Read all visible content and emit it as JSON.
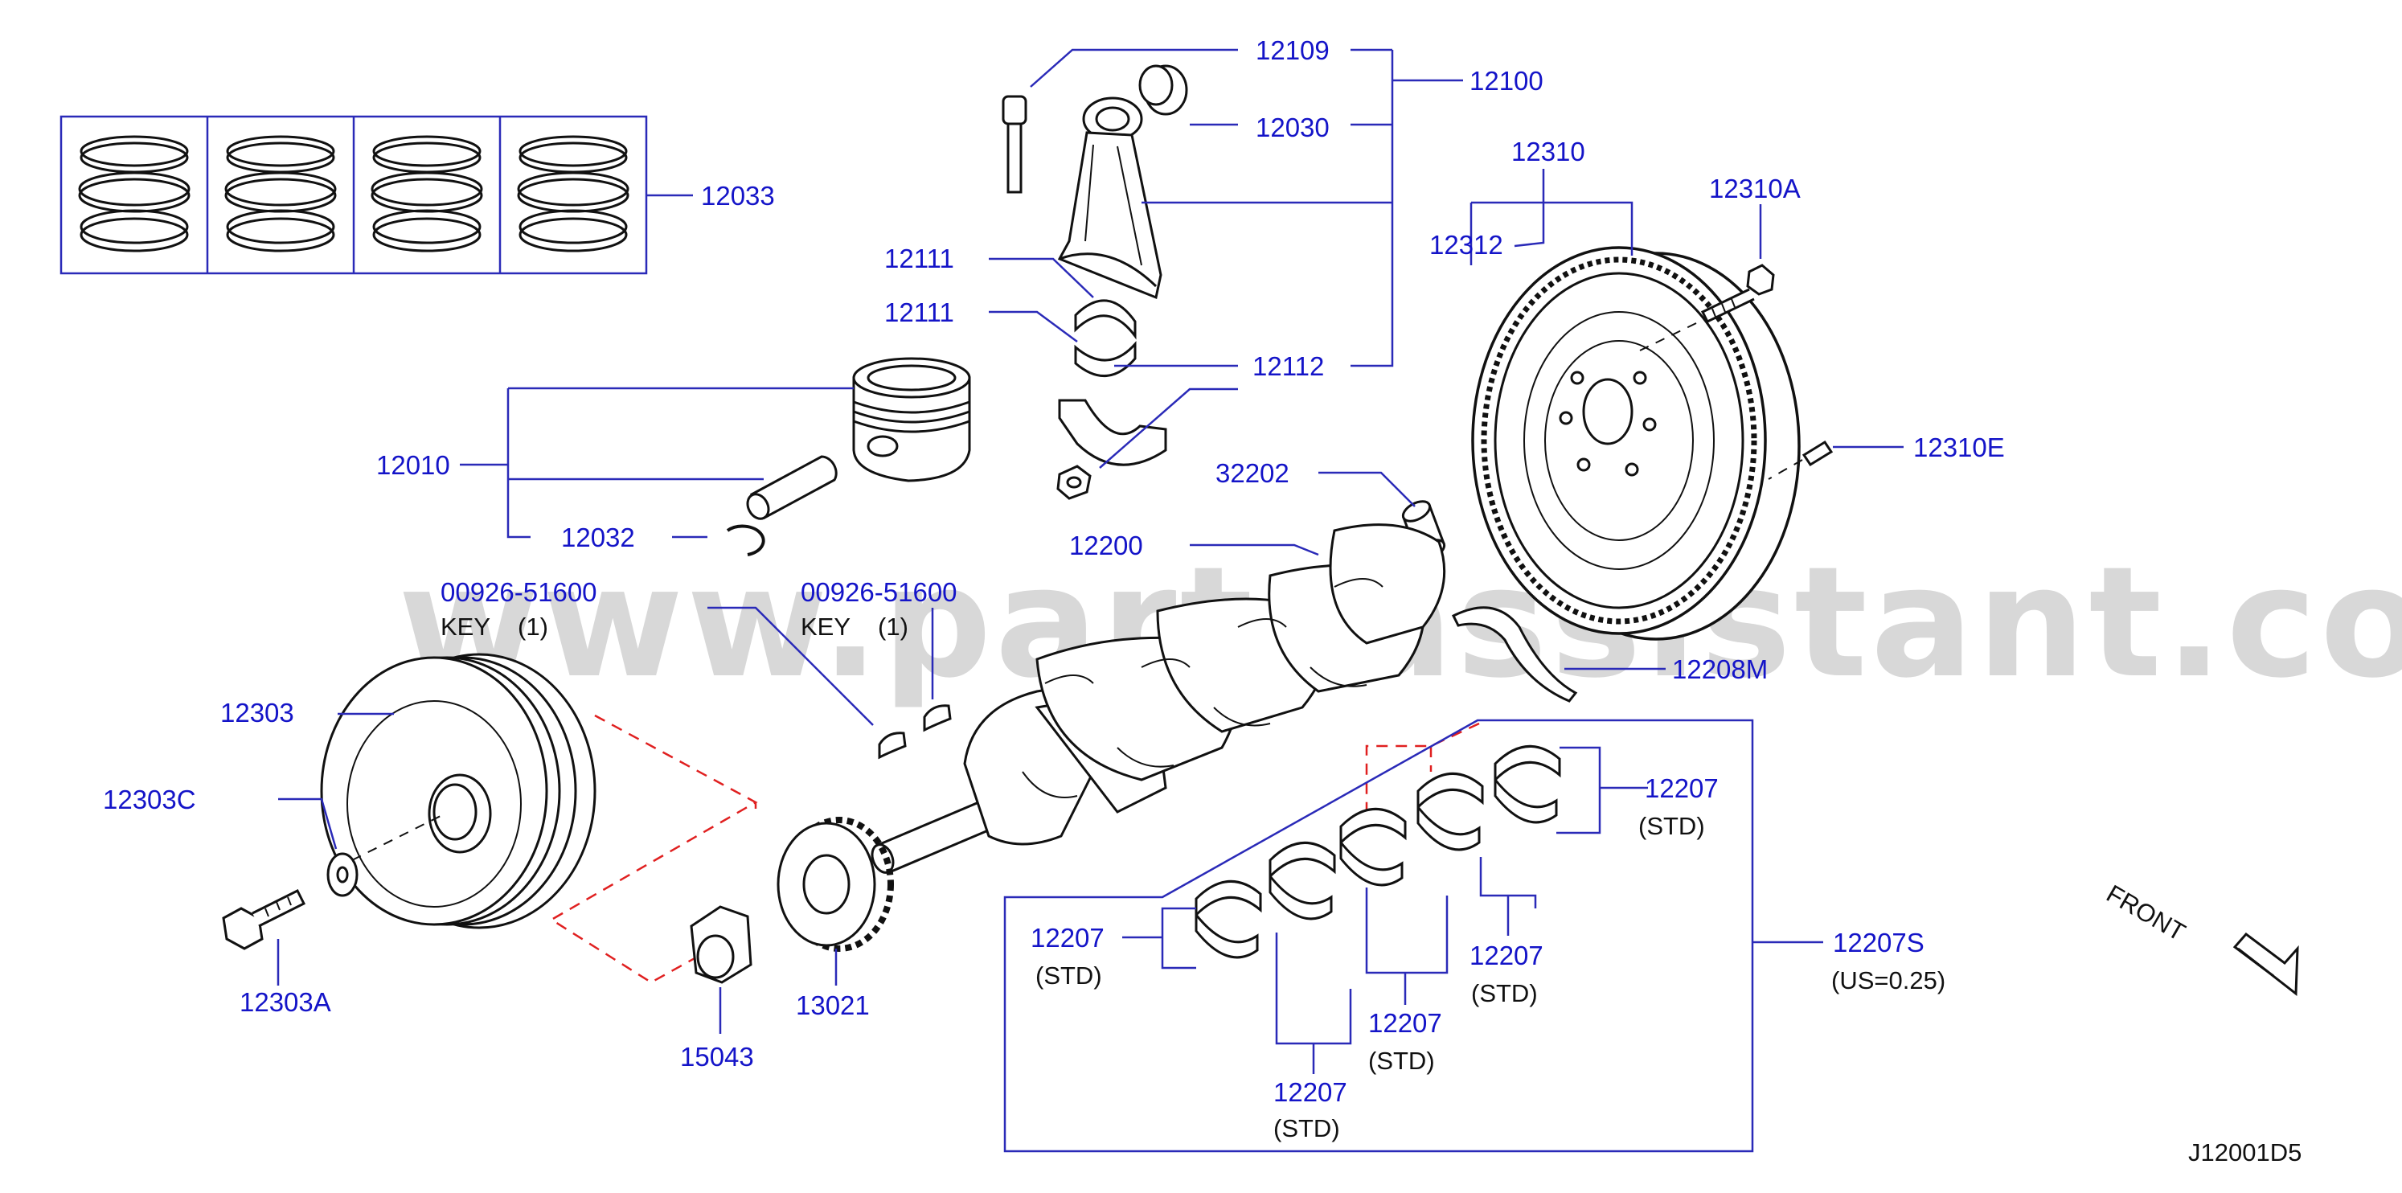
{
  "diagram": {
    "watermark": "www.partsassistant.com",
    "drawing_code": "J12001D5",
    "front_label": "FRONT",
    "callouts": {
      "c12109": "12109",
      "c12100": "12100",
      "c12030": "12030",
      "c12310": "12310",
      "c12310A": "12310A",
      "c12033": "12033",
      "c12312": "12312",
      "c12111a": "12111",
      "c12111b": "12111",
      "c12112": "12112",
      "c12310E": "12310E",
      "c12010": "12010",
      "c32202": "32202",
      "c12032": "12032",
      "c12200": "12200",
      "key1_part": "00926-51600",
      "key1_desc": "KEY",
      "key1_qty": "(1)",
      "key2_part": "00926-51600",
      "key2_desc": "KEY",
      "key2_qty": "(1)",
      "c12208M": "12208M",
      "c12303": "12303",
      "c12303C": "12303C",
      "c12303A": "12303A",
      "c15043": "15043",
      "c13021": "13021",
      "c12207_1": "12207",
      "c12207_1_note": "(STD)",
      "c12207_2": "12207",
      "c12207_2_note": "(STD)",
      "c12207_3": "12207",
      "c12207_3_note": "(STD)",
      "c12207_4": "12207",
      "c12207_4_note": "(STD)",
      "c12207_5": "12207",
      "c12207_5_note": "(STD)",
      "c12207S": "12207S",
      "c12207S_note": "(US=0.25)"
    }
  }
}
